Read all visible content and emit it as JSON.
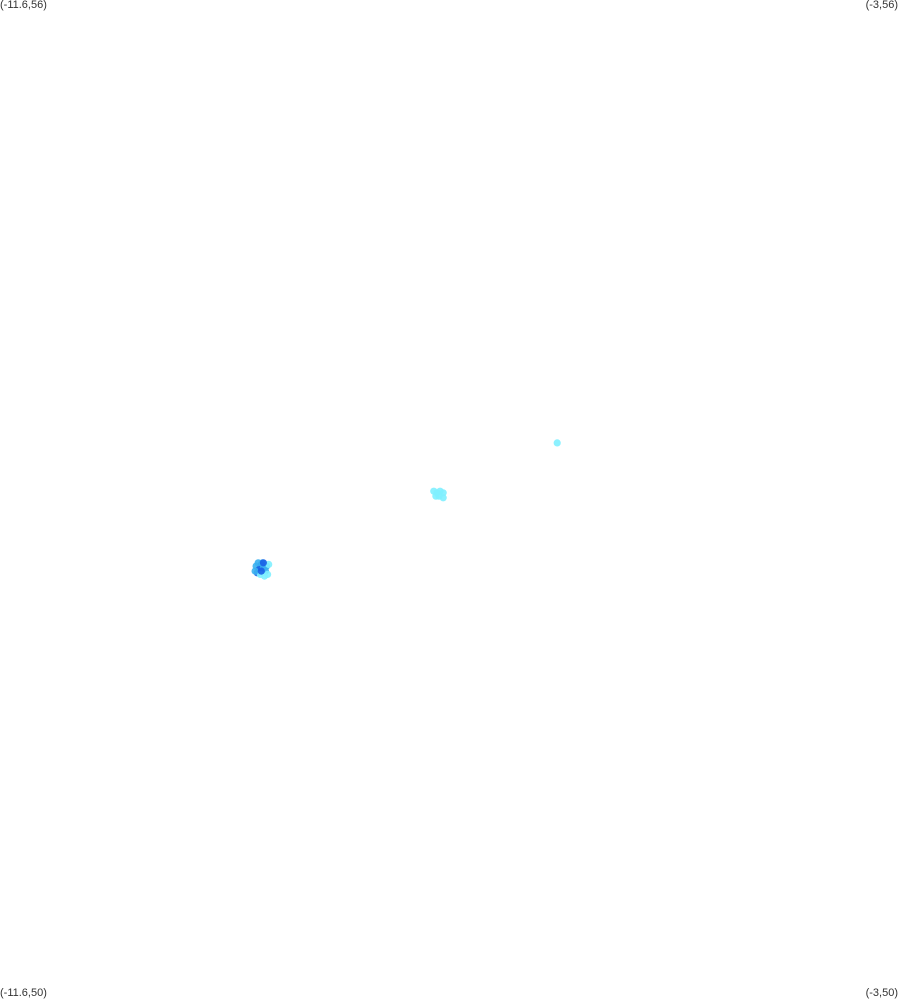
{
  "corners": {
    "top_left": "(-11.6,56)",
    "top_right": "(-3,56)",
    "bottom_left": "(-11.6,50)",
    "bottom_right": "(-3,50)"
  },
  "bounds": {
    "lon_min": -11.6,
    "lon_max": -3,
    "lat_min": 50,
    "lat_max": 56
  },
  "colors": {
    "light": "#7ff0ff",
    "medium": "#3ab0f0",
    "dark": "#1a62e6"
  },
  "points": [
    {
      "lon": -6.27,
      "lat": 53.34,
      "level": "light"
    },
    {
      "lon": -7.45,
      "lat": 53.05,
      "level": "light"
    },
    {
      "lon": -7.42,
      "lat": 53.04,
      "level": "light"
    },
    {
      "lon": -7.39,
      "lat": 53.05,
      "level": "light"
    },
    {
      "lon": -7.4,
      "lat": 53.02,
      "level": "light"
    },
    {
      "lon": -7.36,
      "lat": 53.04,
      "level": "light"
    },
    {
      "lon": -7.36,
      "lat": 53.01,
      "level": "light"
    },
    {
      "lon": -7.43,
      "lat": 53.02,
      "level": "light"
    },
    {
      "lon": -9.15,
      "lat": 52.6,
      "level": "medium"
    },
    {
      "lon": -9.12,
      "lat": 52.58,
      "level": "dark"
    },
    {
      "lon": -9.1,
      "lat": 52.61,
      "level": "dark"
    },
    {
      "lon": -9.08,
      "lat": 52.59,
      "level": "medium"
    },
    {
      "lon": -9.06,
      "lat": 52.57,
      "level": "medium"
    },
    {
      "lon": -9.14,
      "lat": 52.56,
      "level": "dark"
    },
    {
      "lon": -9.11,
      "lat": 52.55,
      "level": "light"
    },
    {
      "lon": -9.07,
      "lat": 52.54,
      "level": "light"
    },
    {
      "lon": -9.04,
      "lat": 52.55,
      "level": "light"
    },
    {
      "lon": -9.09,
      "lat": 52.62,
      "level": "medium"
    },
    {
      "lon": -9.05,
      "lat": 52.6,
      "level": "medium"
    },
    {
      "lon": -9.13,
      "lat": 52.62,
      "level": "medium"
    },
    {
      "lon": -9.16,
      "lat": 52.57,
      "level": "medium"
    },
    {
      "lon": -9.03,
      "lat": 52.61,
      "level": "light"
    },
    {
      "lon": -9.1,
      "lat": 52.57,
      "level": "dark"
    },
    {
      "lon": -9.08,
      "lat": 52.62,
      "level": "dark"
    }
  ]
}
